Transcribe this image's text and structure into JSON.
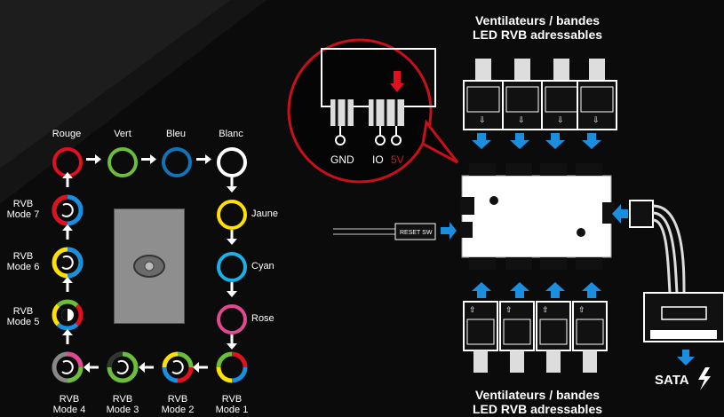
{
  "colors": {
    "red": "#e1101e",
    "green": "#6cbd3c",
    "blue": "#1373b9",
    "white": "#ffffff",
    "yellow": "#ffe000",
    "cyan": "#1ab0e8",
    "pink": "#e0488f",
    "arrow_blue": "#1a8fe0"
  },
  "modes": {
    "top": [
      {
        "label": "Rouge",
        "color": "#e1101e"
      },
      {
        "label": "Vert",
        "color": "#6cbd3c"
      },
      {
        "label": "Bleu",
        "color": "#1373b9"
      },
      {
        "label": "Blanc",
        "color": "#ffffff"
      }
    ],
    "right": [
      {
        "label": "Jaune",
        "color": "#ffe000"
      },
      {
        "label": "Cyan",
        "color": "#1ab0e8"
      },
      {
        "label": "Rose",
        "color": "#e0488f"
      }
    ],
    "bottom": [
      {
        "label_1": "RVB",
        "label_2": "Mode 1"
      },
      {
        "label_1": "RVB",
        "label_2": "Mode 2"
      },
      {
        "label_1": "RVB",
        "label_2": "Mode 3"
      },
      {
        "label_1": "RVB",
        "label_2": "Mode 4"
      }
    ],
    "left": [
      {
        "label_1": "RVB",
        "label_2": "Mode 5"
      },
      {
        "label_1": "RVB",
        "label_2": "Mode 6"
      },
      {
        "label_1": "RVB",
        "label_2": "Mode 7"
      }
    ]
  },
  "header": {
    "title_line1": "Ventilateurs / bandes",
    "title_line2": "LED RVB adressables"
  },
  "footer": {
    "title_line1": "Ventilateurs / bandes",
    "title_line2": "LED RVB adressables"
  },
  "pins": {
    "gnd": "GND",
    "io": "IO",
    "v5": "5V"
  },
  "reset_label": "RESET SW",
  "sata_label": "SATA",
  "icons": [
    "arrow-right-icon",
    "arrow-down-icon",
    "arrow-left-icon",
    "arrow-up-icon",
    "lightning-icon",
    "remote-button-icon"
  ]
}
